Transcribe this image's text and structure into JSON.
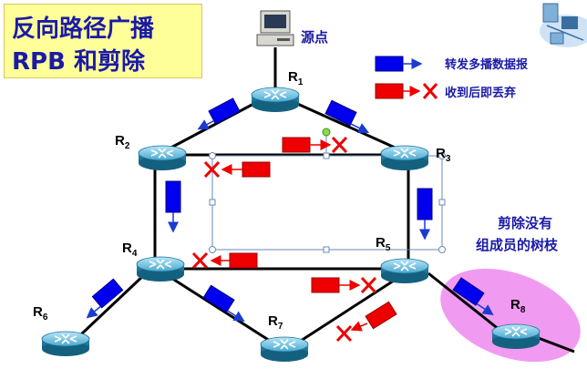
{
  "title": {
    "line1": "反向路径广播",
    "line2": "RPB 和剪除"
  },
  "source_label": "源点",
  "legend": {
    "forward": "转发多播数据报",
    "discard": "收到后即丢弃"
  },
  "routers": {
    "r1": {
      "letter": "R",
      "sub": "1"
    },
    "r2": {
      "letter": "R",
      "sub": "2"
    },
    "r3": {
      "letter": "R",
      "sub": "3"
    },
    "r4": {
      "letter": "R",
      "sub": "4"
    },
    "r5": {
      "letter": "R",
      "sub": "5"
    },
    "r6": {
      "letter": "R",
      "sub": "6"
    },
    "r7": {
      "letter": "R",
      "sub": "7"
    },
    "r8": {
      "letter": "R",
      "sub": "8"
    }
  },
  "prune_note": {
    "line1": "剪除没有",
    "line2": "组成员的树枝"
  },
  "colors": {
    "forward": "#0000ee",
    "discard": "#ee0000",
    "cross": "#ee0000",
    "prune_area": "#ee88ee",
    "router": "#2a8fb8"
  }
}
